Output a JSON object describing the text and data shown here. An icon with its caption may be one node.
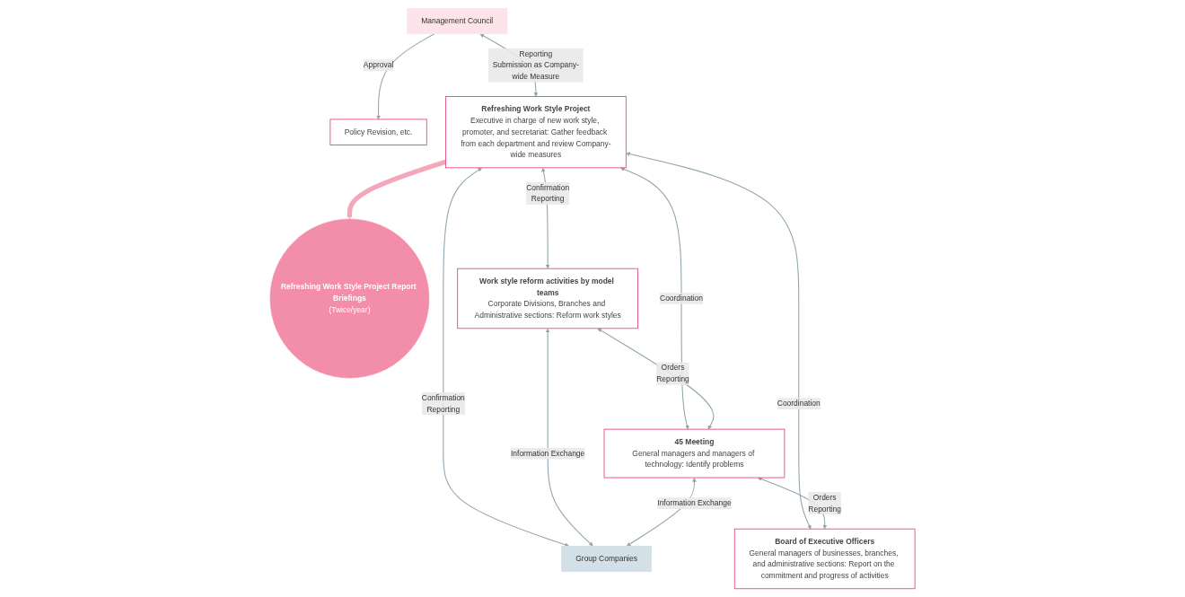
{
  "diagram": {
    "nodes": [
      {
        "text": [
          "Management Council"
        ]
      },
      {
        "text": [
          "Policy Revision, etc."
        ]
      },
      {
        "text": [
          "Refreshing Work Style Project",
          "Executive in charge of new work style, promoter, and secretariat: Gather feedback from each department and review Company-wide measures"
        ]
      },
      {
        "text": [
          "Refreshing Work Style Project Report Briefings",
          "(Twice/year)"
        ]
      },
      {
        "text": [
          "Work style reform activities by model teams",
          "Corporate Divisions, Branches and Administrative sections: Reform work styles"
        ]
      },
      {
        "text": [
          "Group Companies"
        ]
      },
      {
        "text": [
          "45 Meeting",
          "General managers and managers of technology: Identify problems"
        ]
      },
      {
        "text": [
          "Board of Executive Officers",
          "General managers of businesses, branches, and administrative sections: Report on the commitment and progress of activities"
        ]
      }
    ],
    "edges": [
      {
        "from": 0,
        "to": 1,
        "arrow": "to",
        "label": "Approval"
      },
      {
        "from": 0,
        "to": 2,
        "arrow": "both",
        "label": [
          "Reporting",
          "Submission as Company-wide Measure"
        ]
      },
      {
        "from": 2,
        "to": 3,
        "arrow": "to",
        "style": "thick",
        "color": "#f4a6bb"
      },
      {
        "from": 2,
        "to": 4,
        "arrow": "both",
        "label": [
          "Confirmation",
          "Reporting"
        ]
      },
      {
        "from": 2,
        "to": 5,
        "arrow": "both",
        "label": [
          "Confirmation",
          "Reporting"
        ]
      },
      {
        "from": 2,
        "to": 6,
        "arrow": "both",
        "label": "Coordination"
      },
      {
        "from": 2,
        "to": 7,
        "arrow": "both",
        "label": "Coordination"
      },
      {
        "from": 4,
        "to": 5,
        "arrow": "both",
        "label": "Information Exchange"
      },
      {
        "from": 4,
        "to": 6,
        "arrow": "both",
        "label": [
          "Orders",
          "Reporting"
        ]
      },
      {
        "from": 6,
        "to": 5,
        "arrow": "both",
        "label": "Information Exchange"
      },
      {
        "from": 6,
        "to": 7,
        "arrow": "both",
        "label": [
          "Orders",
          "Reporting"
        ]
      }
    ]
  }
}
